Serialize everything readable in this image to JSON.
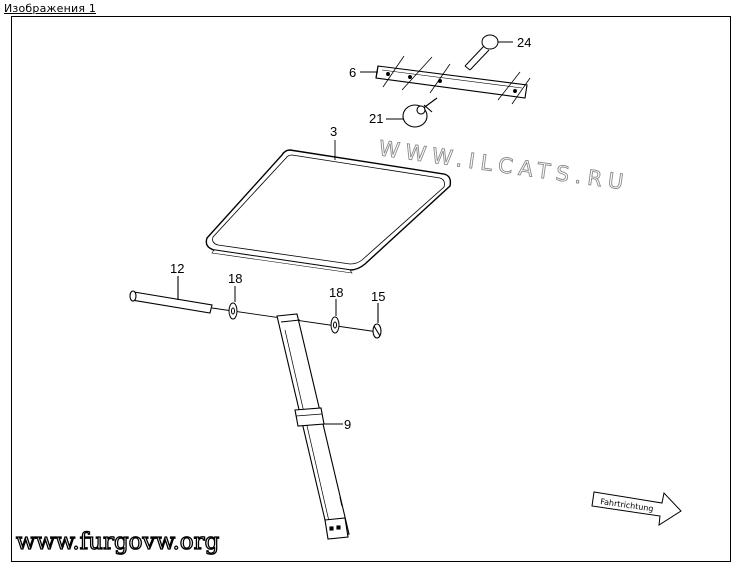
{
  "header": {
    "title": "Изображения  1"
  },
  "watermarks": {
    "center": "WWW.ILCATS.RU",
    "bottom": "www.furgovw.org"
  },
  "callouts": {
    "p24": "24",
    "p6": "6",
    "p21": "21",
    "p3": "3",
    "p12": "12",
    "p18a": "18",
    "p18b": "18",
    "p15": "15",
    "p9": "9"
  },
  "direction_arrow": {
    "label": "Fahrtrichtung"
  },
  "colors": {
    "line": "#000000",
    "panel_fill": "#ffffff",
    "watermark": "#8a8a8a"
  }
}
